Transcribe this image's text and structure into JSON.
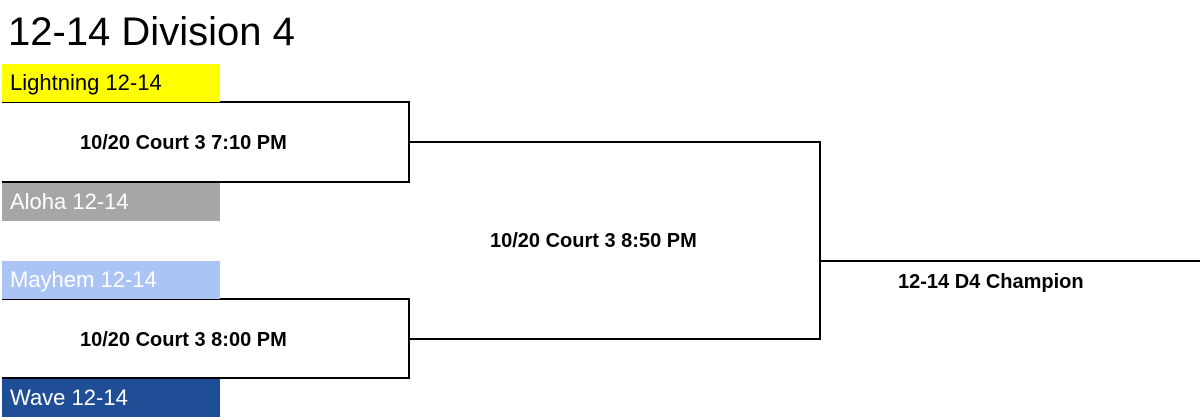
{
  "title": "12-14 Division 4",
  "teams": [
    {
      "name": "Lightning 12-14",
      "bg": "#ffff00",
      "fg": "#000000"
    },
    {
      "name": "Aloha 12-14",
      "bg": "#a6a6a6",
      "fg": "#ffffff"
    },
    {
      "name": "Mayhem 12-14",
      "bg": "#a9c4f5",
      "fg": "#ffffff"
    },
    {
      "name": "Wave 12-14",
      "bg": "#1f4e96",
      "fg": "#ffffff"
    }
  ],
  "games": {
    "game1": "10/20 Court 3 7:10 PM",
    "game2": "10/20 Court 3 8:00 PM",
    "final": "10/20 Court 3 8:50 PM"
  },
  "champion": "12-14 D4 Champion"
}
